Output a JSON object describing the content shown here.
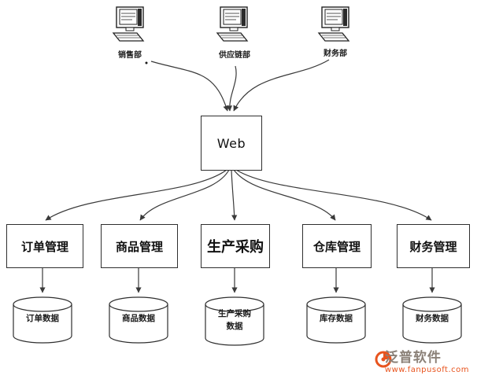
{
  "diagram": {
    "clients": [
      {
        "label": "销售部"
      },
      {
        "label": "供应链部"
      },
      {
        "label": "财务部"
      }
    ],
    "web": {
      "label": "Web"
    },
    "modules": [
      {
        "label": "订单管理",
        "db": "订单数据"
      },
      {
        "label": "商品管理",
        "db": "商品数据"
      },
      {
        "label": "生产采购",
        "db": "生产采购数据"
      },
      {
        "label": "仓库管理",
        "db": "库存数据"
      },
      {
        "label": "财务管理",
        "db": "财务数据"
      }
    ]
  },
  "watermark": {
    "brand": "泛普软件",
    "url": "www.fanpusoft.com",
    "accent_color": "#e8541e"
  },
  "colors": {
    "line": "#3a3a3a",
    "text": "#1a1a1a",
    "background": "#ffffff"
  }
}
